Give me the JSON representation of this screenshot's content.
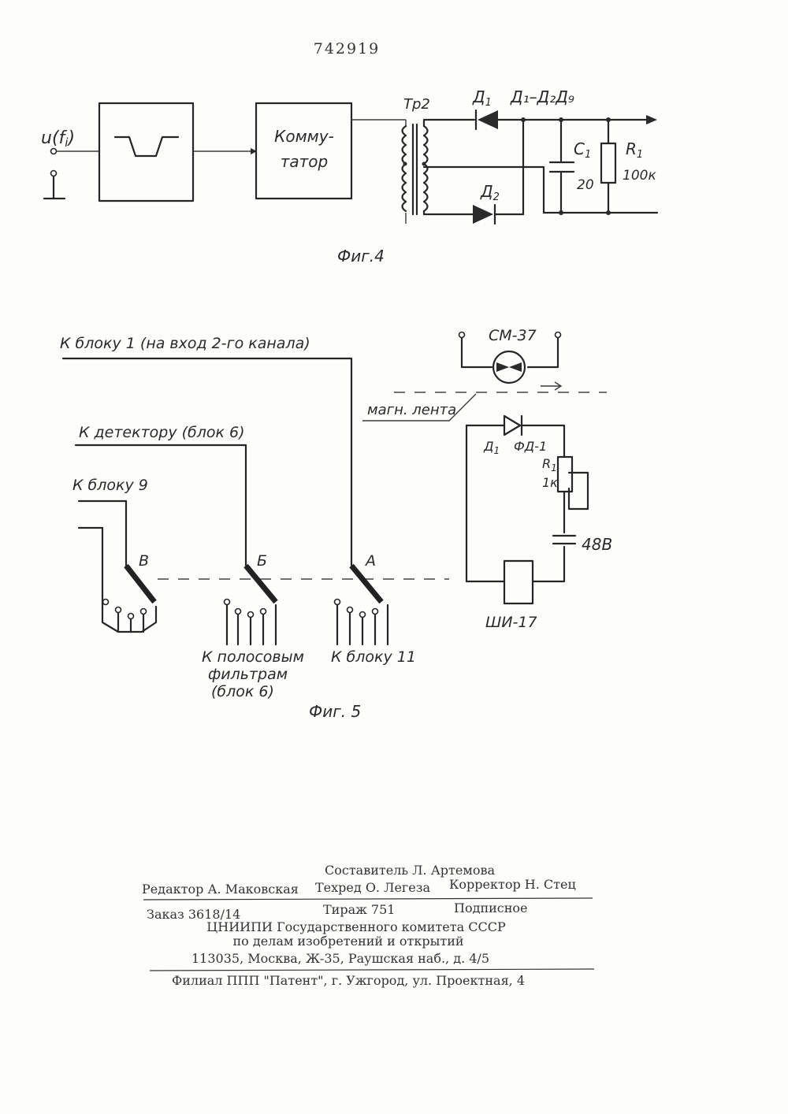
{
  "patent_number": "742919",
  "fig4": {
    "caption": "Фиг.4",
    "input_label": "u(f",
    "input_sub": "i",
    "input_close": ")",
    "switch_label_1": "Комму-",
    "switch_label_2": "татор",
    "transformer": "Тр2",
    "diode1": "Д",
    "diode1_sub": "1",
    "diodes_range": "Д₁–Д₂Д₉",
    "diode2": "Д",
    "diode2_sub": "2",
    "capacitor": "С",
    "capacitor_sub": "1",
    "capacitor_value": "20",
    "resistor": "R",
    "resistor_sub": "1",
    "resistor_value": "100к"
  },
  "fig5": {
    "caption": "Фиг. 5",
    "to_block1": "К блоку 1 (на вход 2-го канала)",
    "to_detector": "К детектору (блок 6)",
    "to_block9": "К блоку 9",
    "contact_v": "В",
    "contact_b": "Б",
    "contact_a": "А",
    "to_filters_1": "К полосовым",
    "to_filters_2": "фильтрам",
    "to_filters_3": "(блок 6)",
    "to_block11": "К блоку 11",
    "motor": "СМ-37",
    "tape": "магн. лента",
    "diode": "Д",
    "diode_sub": "1",
    "photodiode": "ФД-1",
    "resistor": "R",
    "resistor_sub": "1",
    "resistor_value": "1к",
    "voltage": "48В",
    "stepper": "ШИ-17"
  },
  "footer": {
    "compiler": "Составитель Л. Артемова",
    "editor": "Редактор А. Маковская",
    "techred": "Техред О. Легеза",
    "corrector": "Корректор Н. Стец",
    "order": "Заказ 3618/14",
    "circulation": "Тираж 751",
    "subscription": "Подписное",
    "org1": "ЦНИИПИ Государственного комитета СССР",
    "org2": "по делам изобретений и открытий",
    "address": "113035, Москва, Ж-35, Раушская наб., д. 4/5",
    "branch": "Филиал ППП \"Патент\", г. Ужгород, ул. Проектная, 4"
  }
}
